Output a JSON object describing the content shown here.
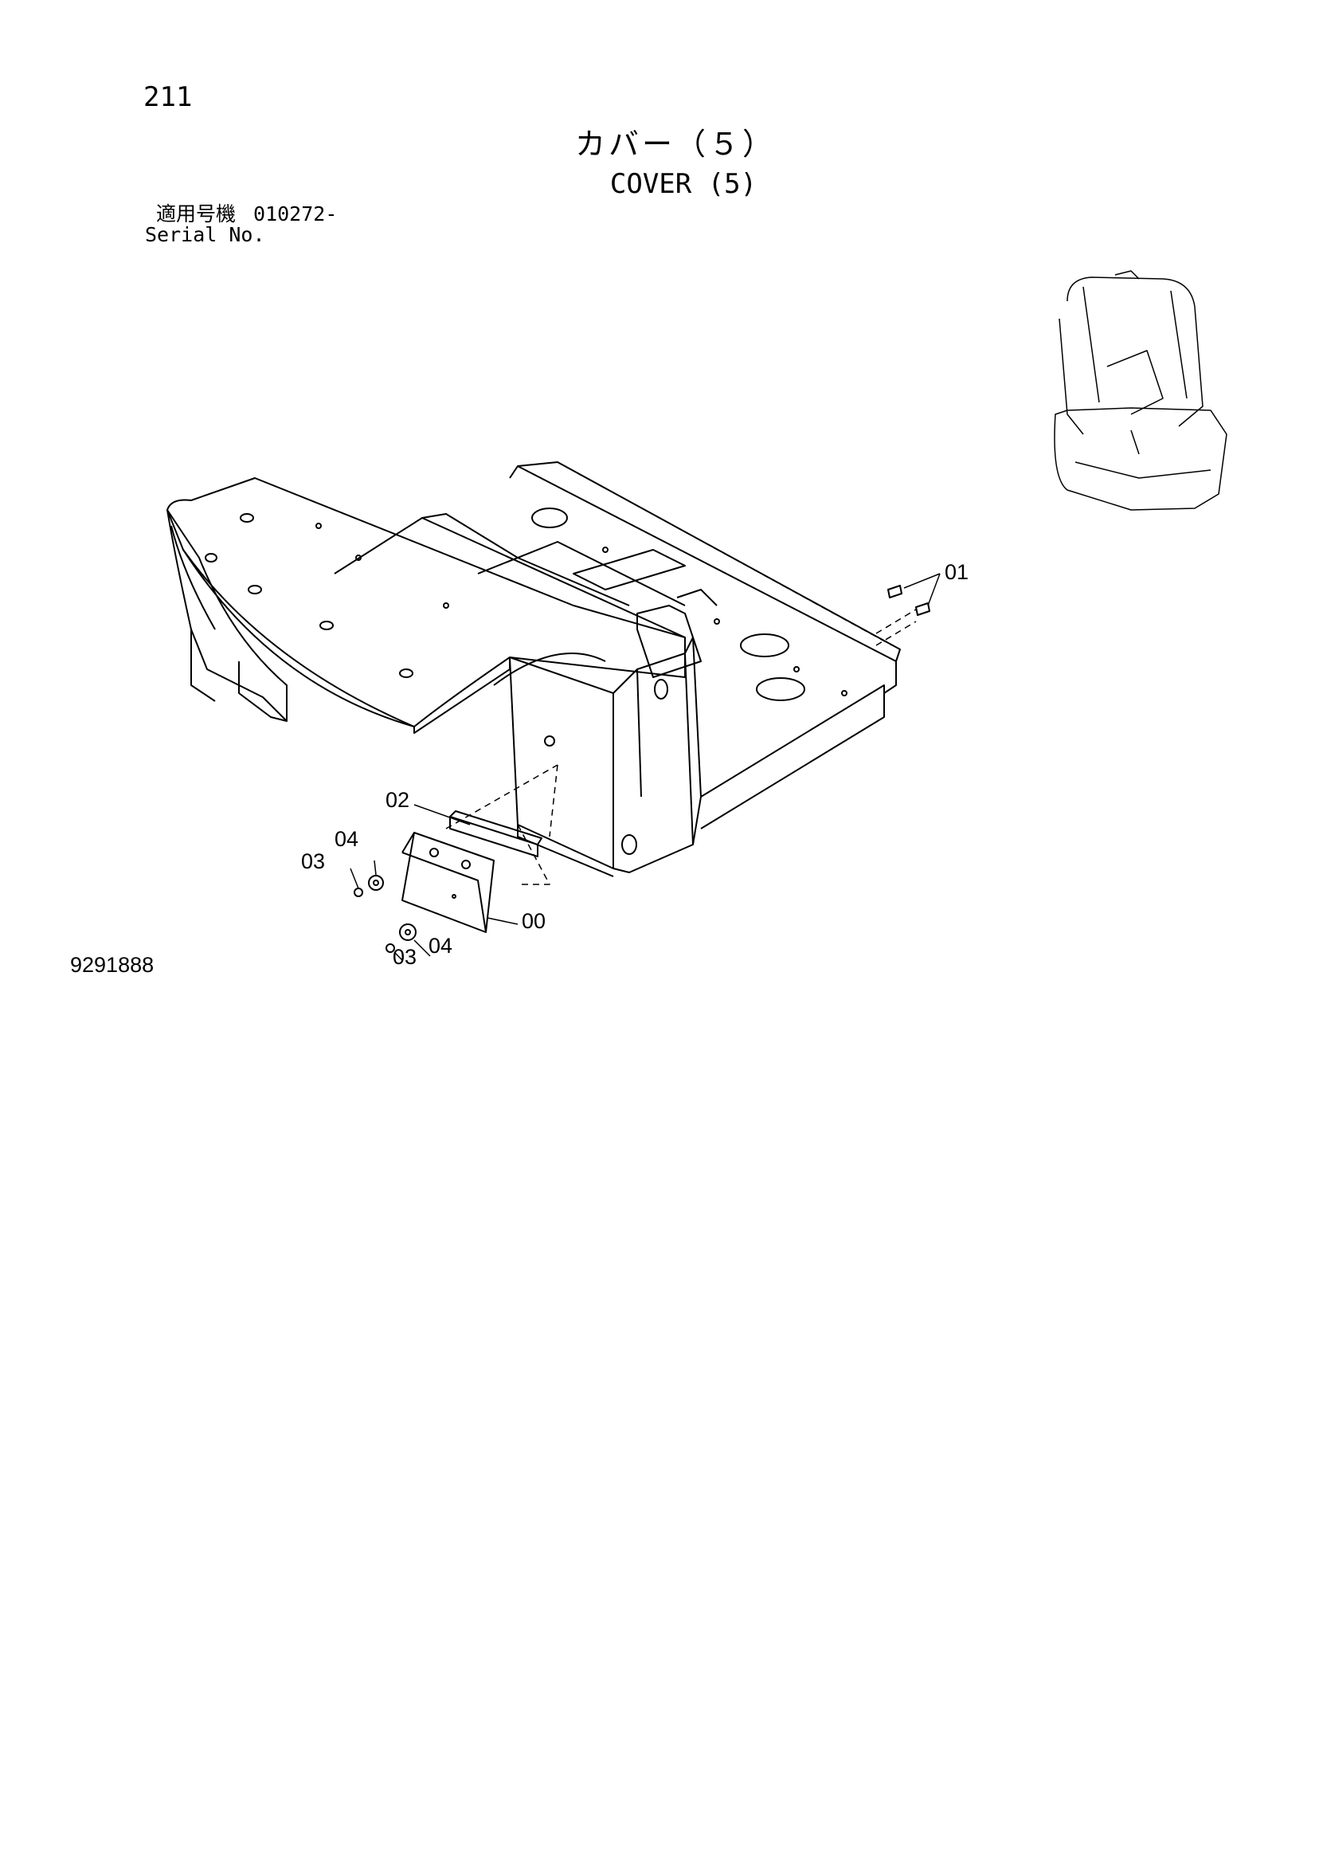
{
  "page_number": "211",
  "title": {
    "japanese": "カバー（５）",
    "english": "COVER (5)"
  },
  "serial": {
    "label_jp": "適用号機",
    "value": "010272-",
    "label_en": "Serial No."
  },
  "figure_code": "9291888",
  "callouts": {
    "part_00": "00",
    "part_01": "01",
    "part_02": "02",
    "part_03_a": "03",
    "part_03_b": "03",
    "part_04_a": "04",
    "part_04_b": "04"
  },
  "icons": [
    "machine-overview-icon"
  ]
}
